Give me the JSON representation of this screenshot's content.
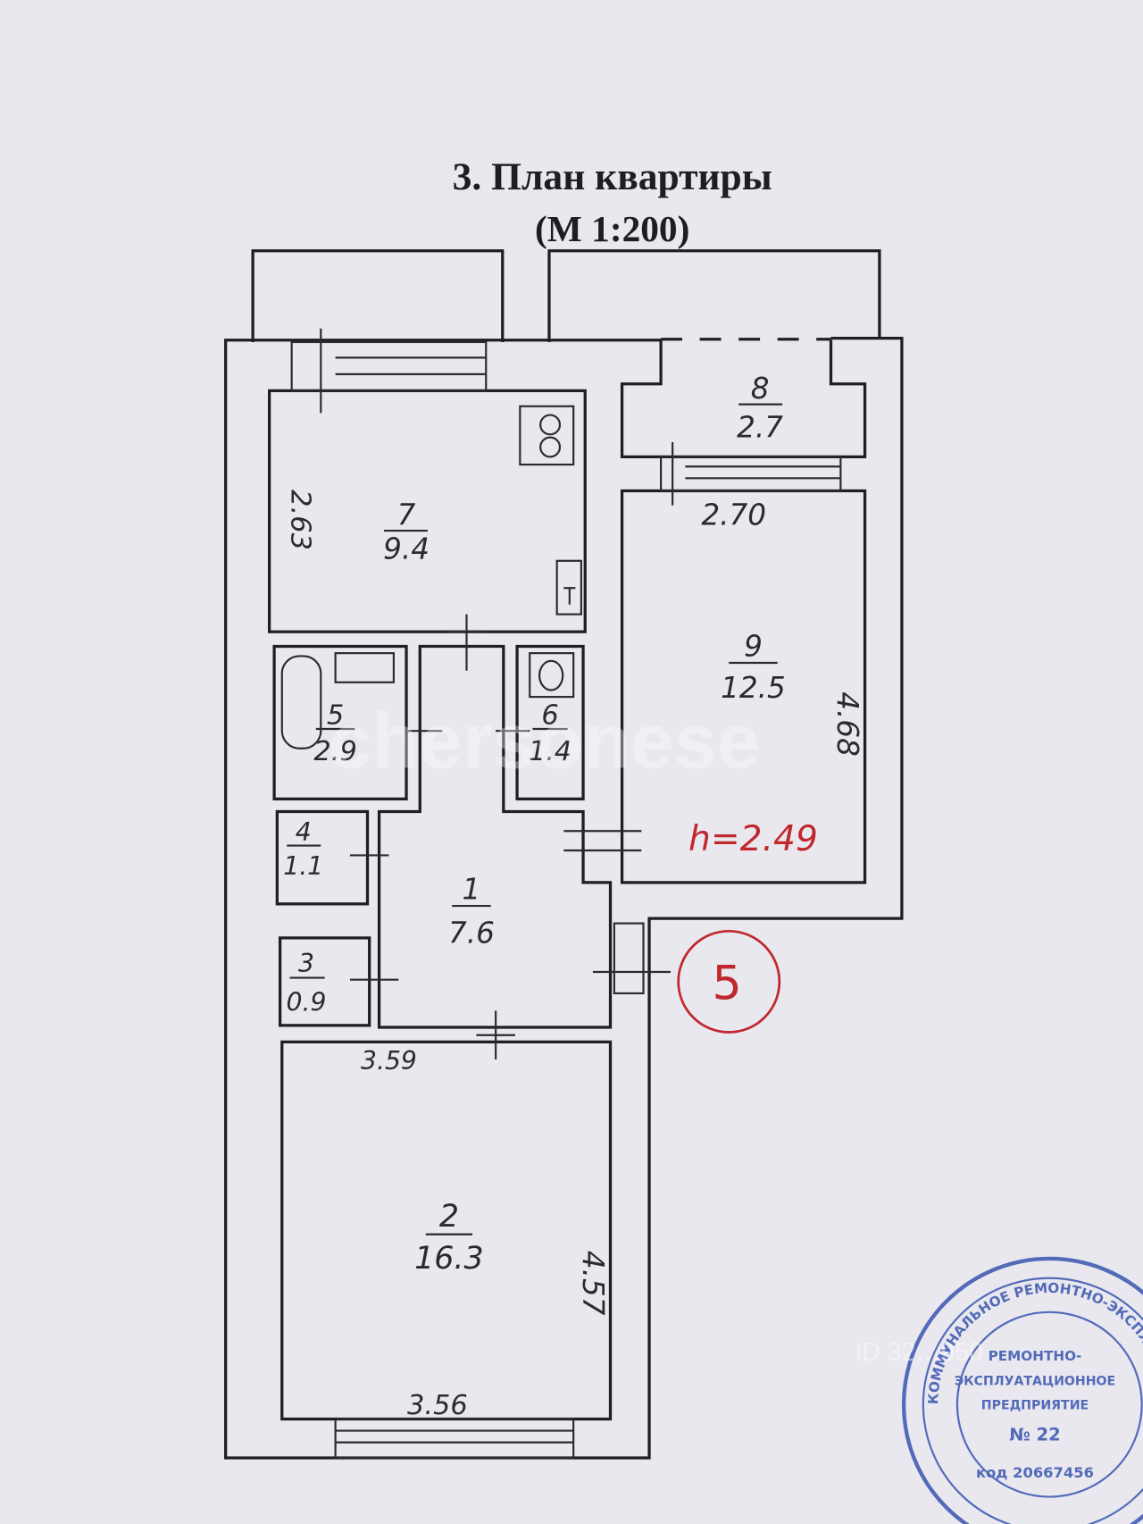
{
  "title": "3. План квартиры",
  "scale": "(М 1:200)",
  "rooms": [
    {
      "number": "1",
      "area": "7.6"
    },
    {
      "number": "2",
      "area": "16.3"
    },
    {
      "number": "3",
      "area": "0.9"
    },
    {
      "number": "4",
      "area": "1.1"
    },
    {
      "number": "5",
      "area": "2.9"
    },
    {
      "number": "6",
      "area": "1.4"
    },
    {
      "number": "7",
      "area": "9.4"
    },
    {
      "number": "8",
      "area": "2.7"
    },
    {
      "number": "9",
      "area": "12.5"
    }
  ],
  "dimensions": {
    "room7_side": "2.63",
    "room9_top": "2.70",
    "room9_side": "4.68",
    "room2_top": "3.59",
    "room2_side": "4.57",
    "room2_bottom": "3.56"
  },
  "ceiling_height": "h=2.49",
  "circled_number": "5",
  "annotation_color": "#c0282d",
  "stamp": {
    "color": "#3a55b0",
    "lines": [
      "РЕМОНТНО-",
      "ЭКСПЛУАТАЦИОННОЕ",
      "ПРЕДПРИЯТИЕ",
      "№ 22",
      "код 20667456"
    ],
    "ring_text": "КОММУНАЛЬНОЕ РЕМОНТНО-ЭКСПЛУАТАЦИОННОЕ"
  },
  "watermark": "chersonese",
  "watermark_id": "ID 32…950"
}
